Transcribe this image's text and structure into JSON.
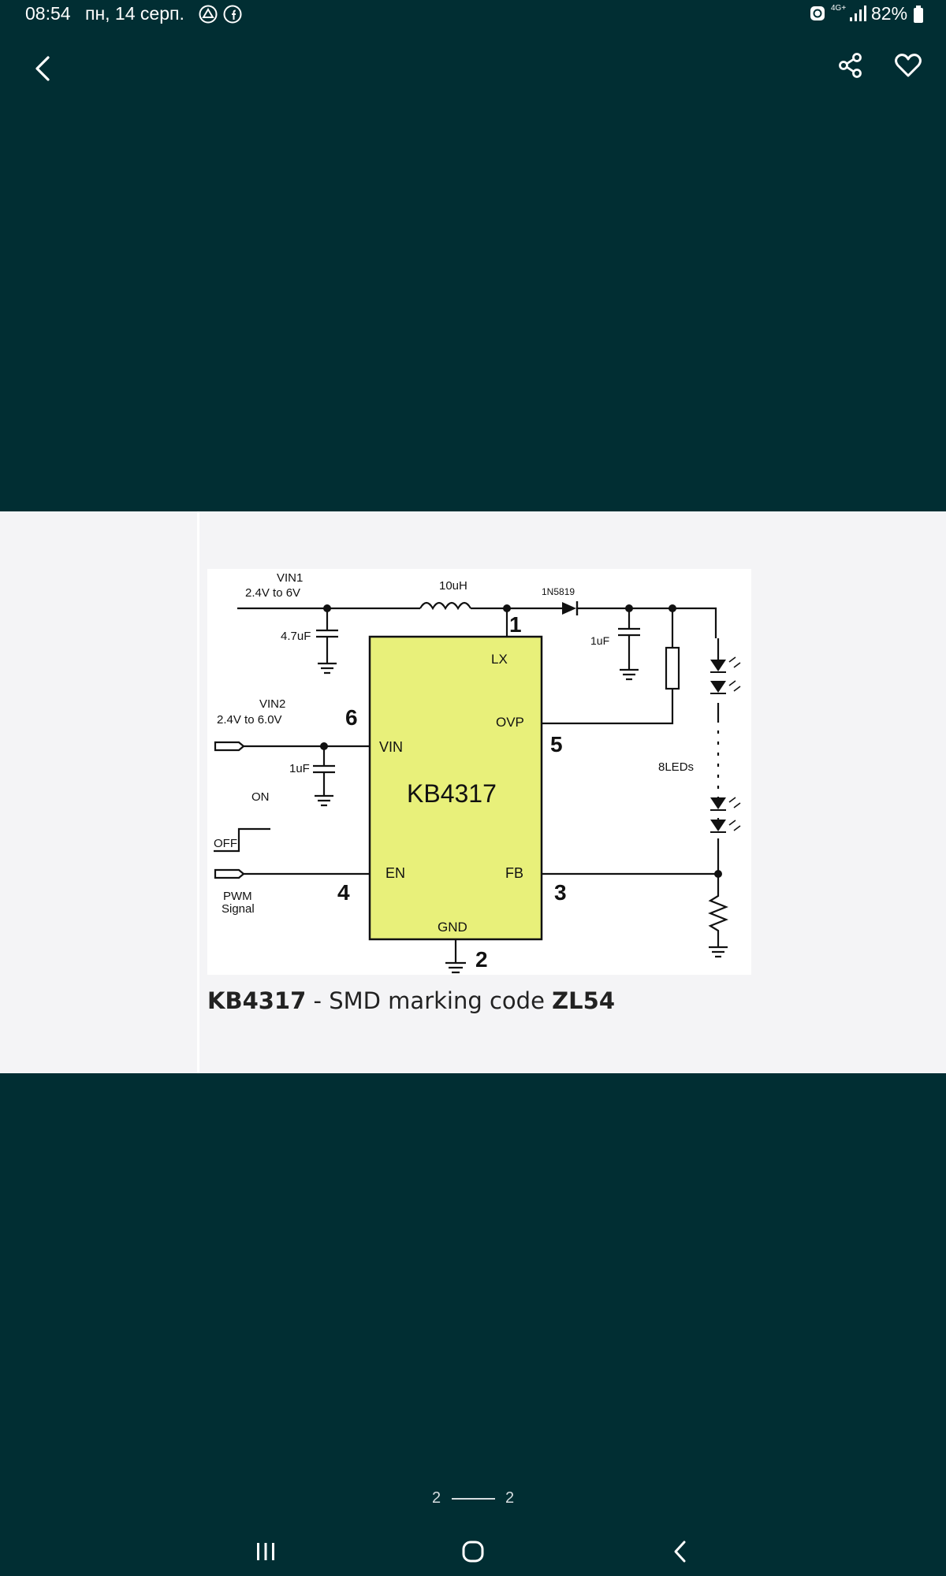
{
  "status_bar": {
    "time": "08:54",
    "date": "пн, 14 серп.",
    "network": "4G+",
    "battery": "82%",
    "icons": [
      "drive-icon",
      "facebook-icon",
      "alarm-icon",
      "signal-icon",
      "battery-icon"
    ]
  },
  "app_bar": {
    "icons": [
      "back-icon",
      "share-icon",
      "favorite-icon"
    ]
  },
  "schematic": {
    "vin1": "VIN1",
    "vin1_range": "2.4V to 6V",
    "inductor": "10uH",
    "diode": "1N5819",
    "pin1": "1",
    "cap1": "4.7uF",
    "cap_out": "1uF",
    "lx": "LX",
    "vin2": "VIN2",
    "vin2_range": "2.4V to 6.0V",
    "pin6": "6",
    "vin_pin": "VIN",
    "ovp": "OVP",
    "pin5": "5",
    "cap2": "1uF",
    "chip": "KB4317",
    "leds": "8LEDs",
    "on": "ON",
    "off": "OFF",
    "en": "EN",
    "fb": "FB",
    "pin4": "4",
    "pin3": "3",
    "pwm1": "PWM",
    "pwm2": "Signal",
    "gnd": "GND",
    "pin2": "2"
  },
  "caption": {
    "part": "KB4317",
    "middle": " - SMD marking code ",
    "code": "ZL54"
  },
  "pager": {
    "current": "2",
    "total": "2"
  },
  "nav_bar": {
    "icons": [
      "recents-icon",
      "home-icon",
      "back-nav-icon"
    ]
  },
  "colors": {
    "background": "#012e33",
    "panel": "#f4f4f6",
    "chip_fill": "#e8f07a"
  }
}
